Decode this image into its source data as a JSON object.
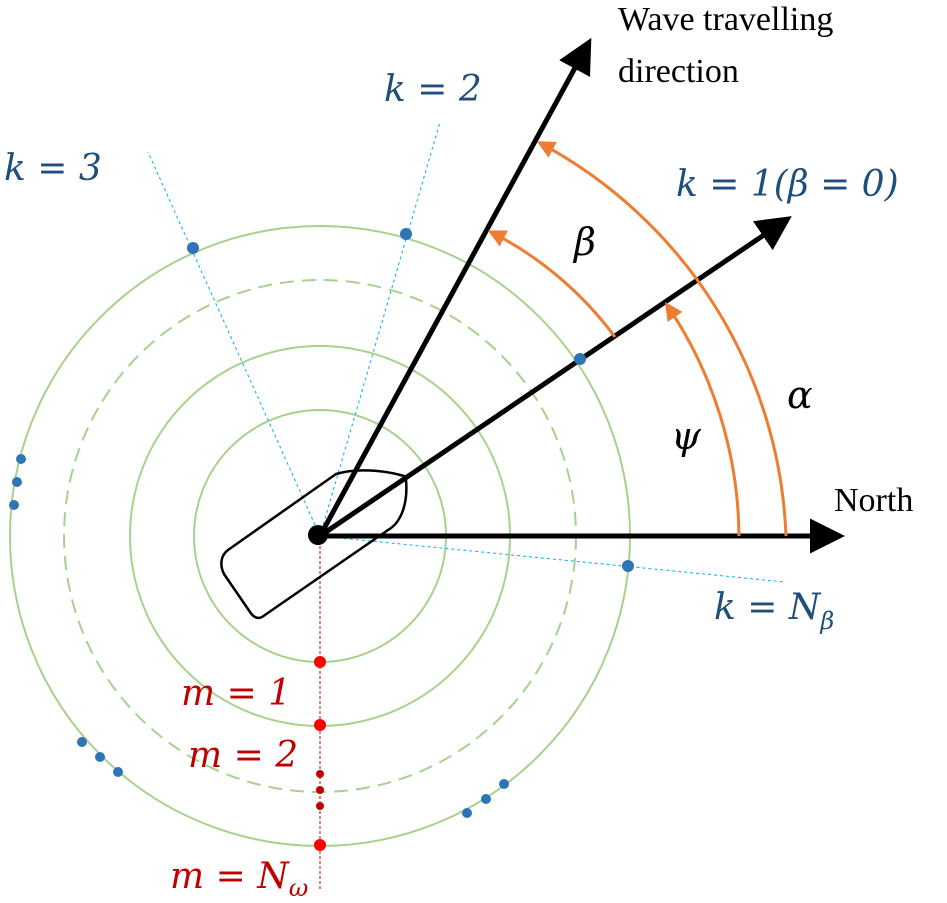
{
  "labels": {
    "wave_line1": "Wave travelling",
    "wave_line2": "direction",
    "k2": "k = 2",
    "k3": "k = 3",
    "k1": "k = 1(β = 0)",
    "kN_main": "k = N",
    "kN_sub": "β",
    "beta": "β",
    "alpha": "α",
    "psi": "ψ",
    "north": "North",
    "m1": "m = 1",
    "m2": "m = 2",
    "mN_main": "m = N",
    "mN_sub": "ω"
  },
  "colors": {
    "axis": "#000000",
    "angle_arc": "#ED7D31",
    "circle": "#A9D18E",
    "direction_line": "#00B0F0",
    "direction_dot": "#2E75B6",
    "k_label": "#1F4E79",
    "m_dot": "#FF0000",
    "m_small_dot": "#C00000",
    "m_label": "#C00000"
  }
}
